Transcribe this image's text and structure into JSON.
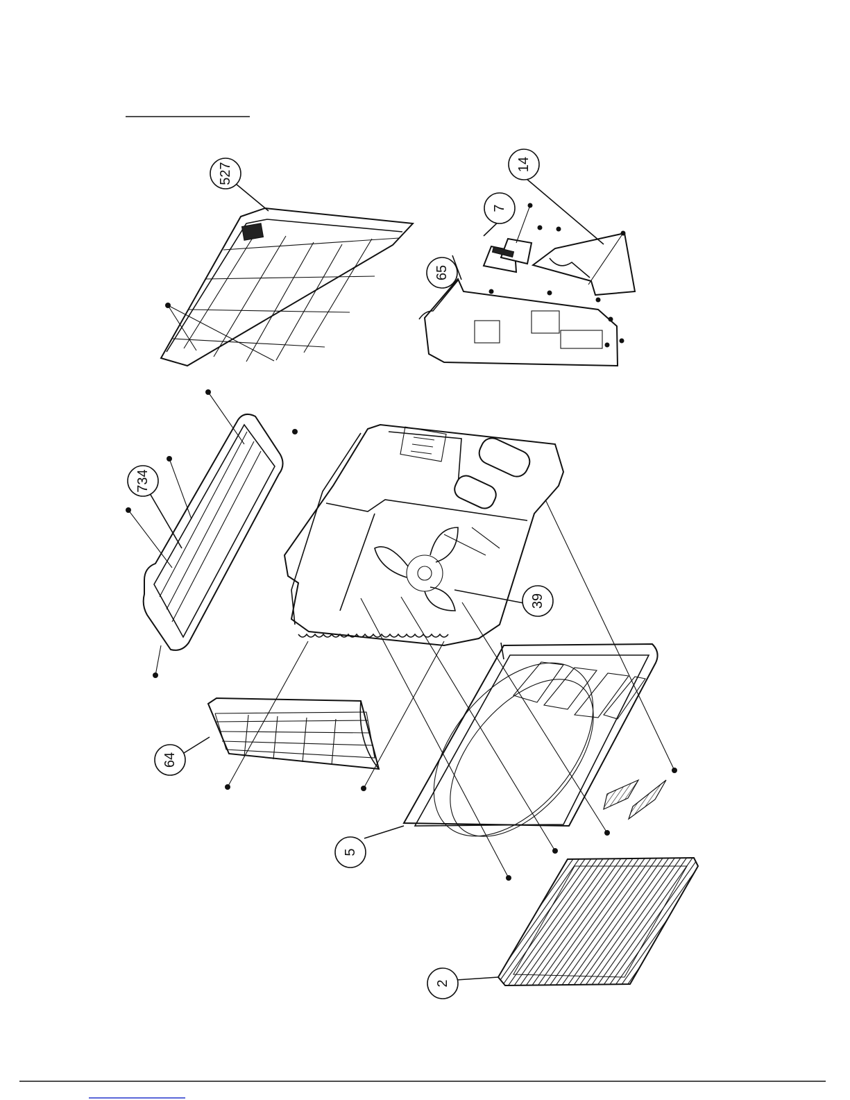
{
  "callouts": [
    {
      "label": "527"
    },
    {
      "label": "734"
    },
    {
      "label": "65"
    },
    {
      "label": "7"
    },
    {
      "label": "14"
    },
    {
      "label": "39"
    },
    {
      "label": "64"
    },
    {
      "label": "5"
    },
    {
      "label": "2"
    }
  ]
}
